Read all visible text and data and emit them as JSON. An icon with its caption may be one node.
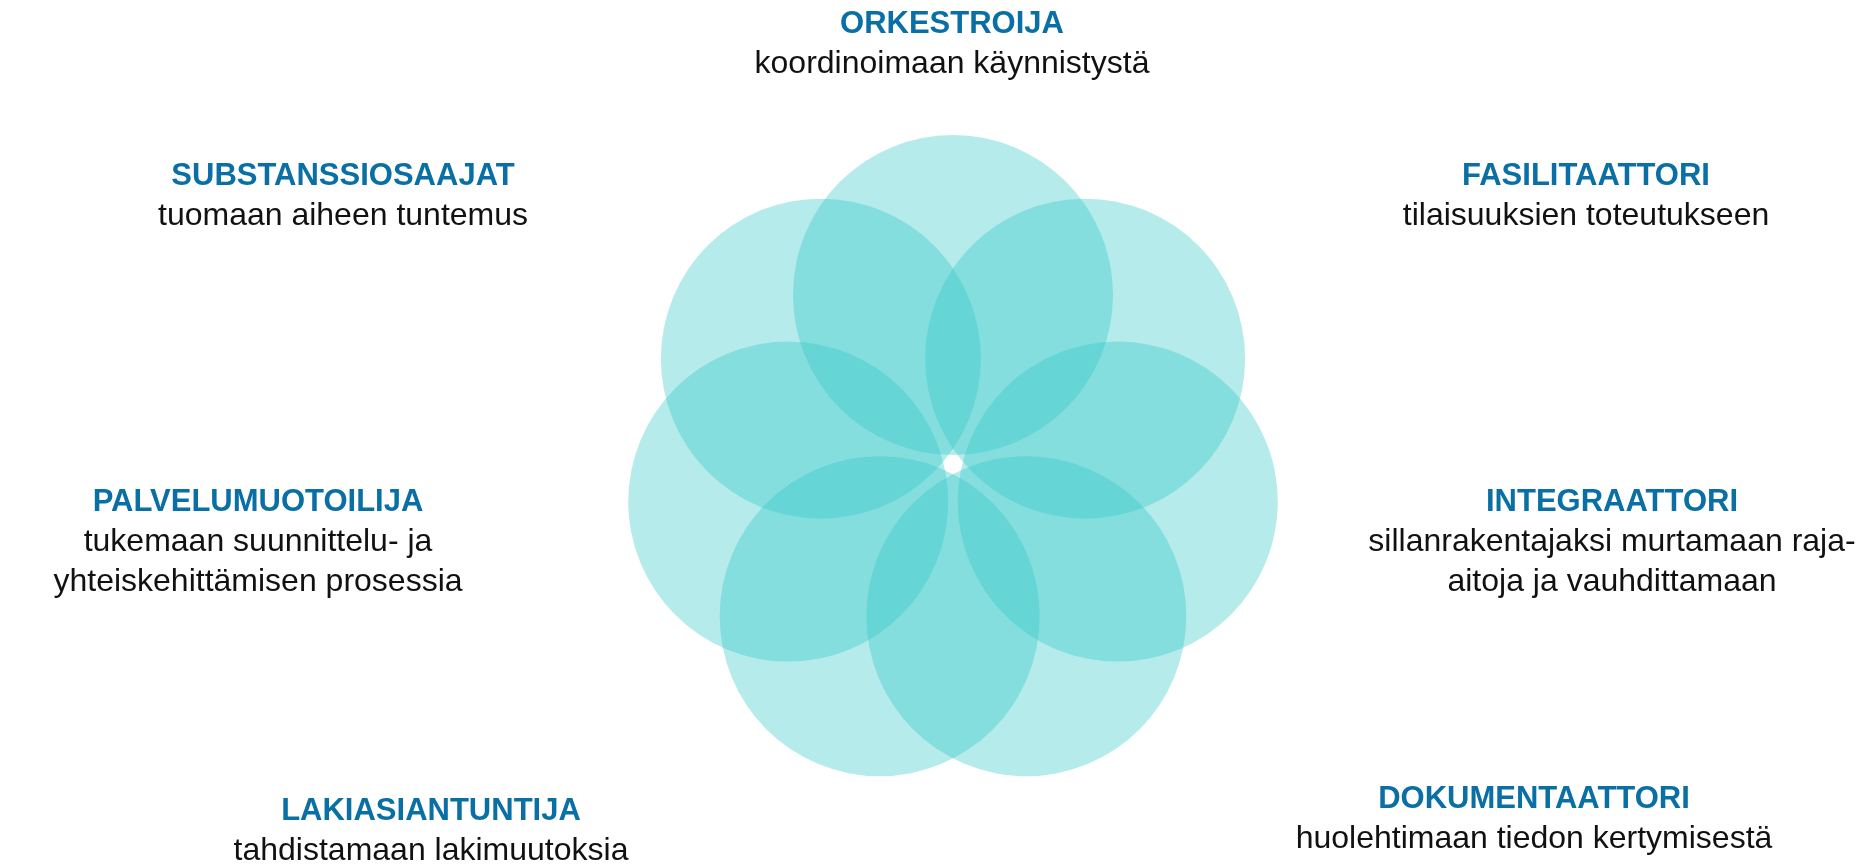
{
  "diagram": {
    "labels": [
      "ORKESTROIJA",
      "koordinoimaan käynnistystä",
      "SUBSTANSSIOSAAJAT",
      "tuomaan aiheen tuntemus",
      "FASILITAATTORI",
      "tilaisuuksien toteutukseen",
      "PALVELUMUOTOILIJA",
      "tukemaan suunnittelu- ja yhteiskehittämisen prosessia",
      "INTEGRAATTORI",
      "sillanrakentajaksi murtamaan raja-aitoja ja vauhdittamaan",
      "LAKIASIANTUNTIJA",
      "tahdistamaan lakimuutoksia",
      "DOKUMENTAATTORI",
      "huolehtimaan tiedon kertymisestä"
    ]
  }
}
